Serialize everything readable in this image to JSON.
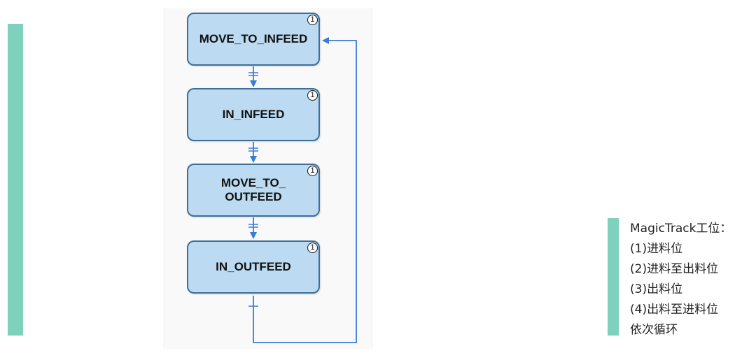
{
  "colors": {
    "accent": "#7fd1bd",
    "box_fill": "#bcdaf1",
    "box_border": "#3d6f9a",
    "arrow": "#3a7bd5"
  },
  "states": [
    {
      "label": "MOVE_TO_INFEED",
      "badge": "1"
    },
    {
      "label": "IN_INFEED",
      "badge": "1"
    },
    {
      "label": "MOVE_TO_\nOUTFEED",
      "badge": "1"
    },
    {
      "label": "IN_OUTFEED",
      "badge": "1"
    }
  ],
  "notes": {
    "lines": [
      "MagicTrack工位：",
      "(1)进料位",
      "(2)进料至出料位",
      "(3)出料位",
      "(4)出料至进料位",
      "依次循环"
    ]
  }
}
